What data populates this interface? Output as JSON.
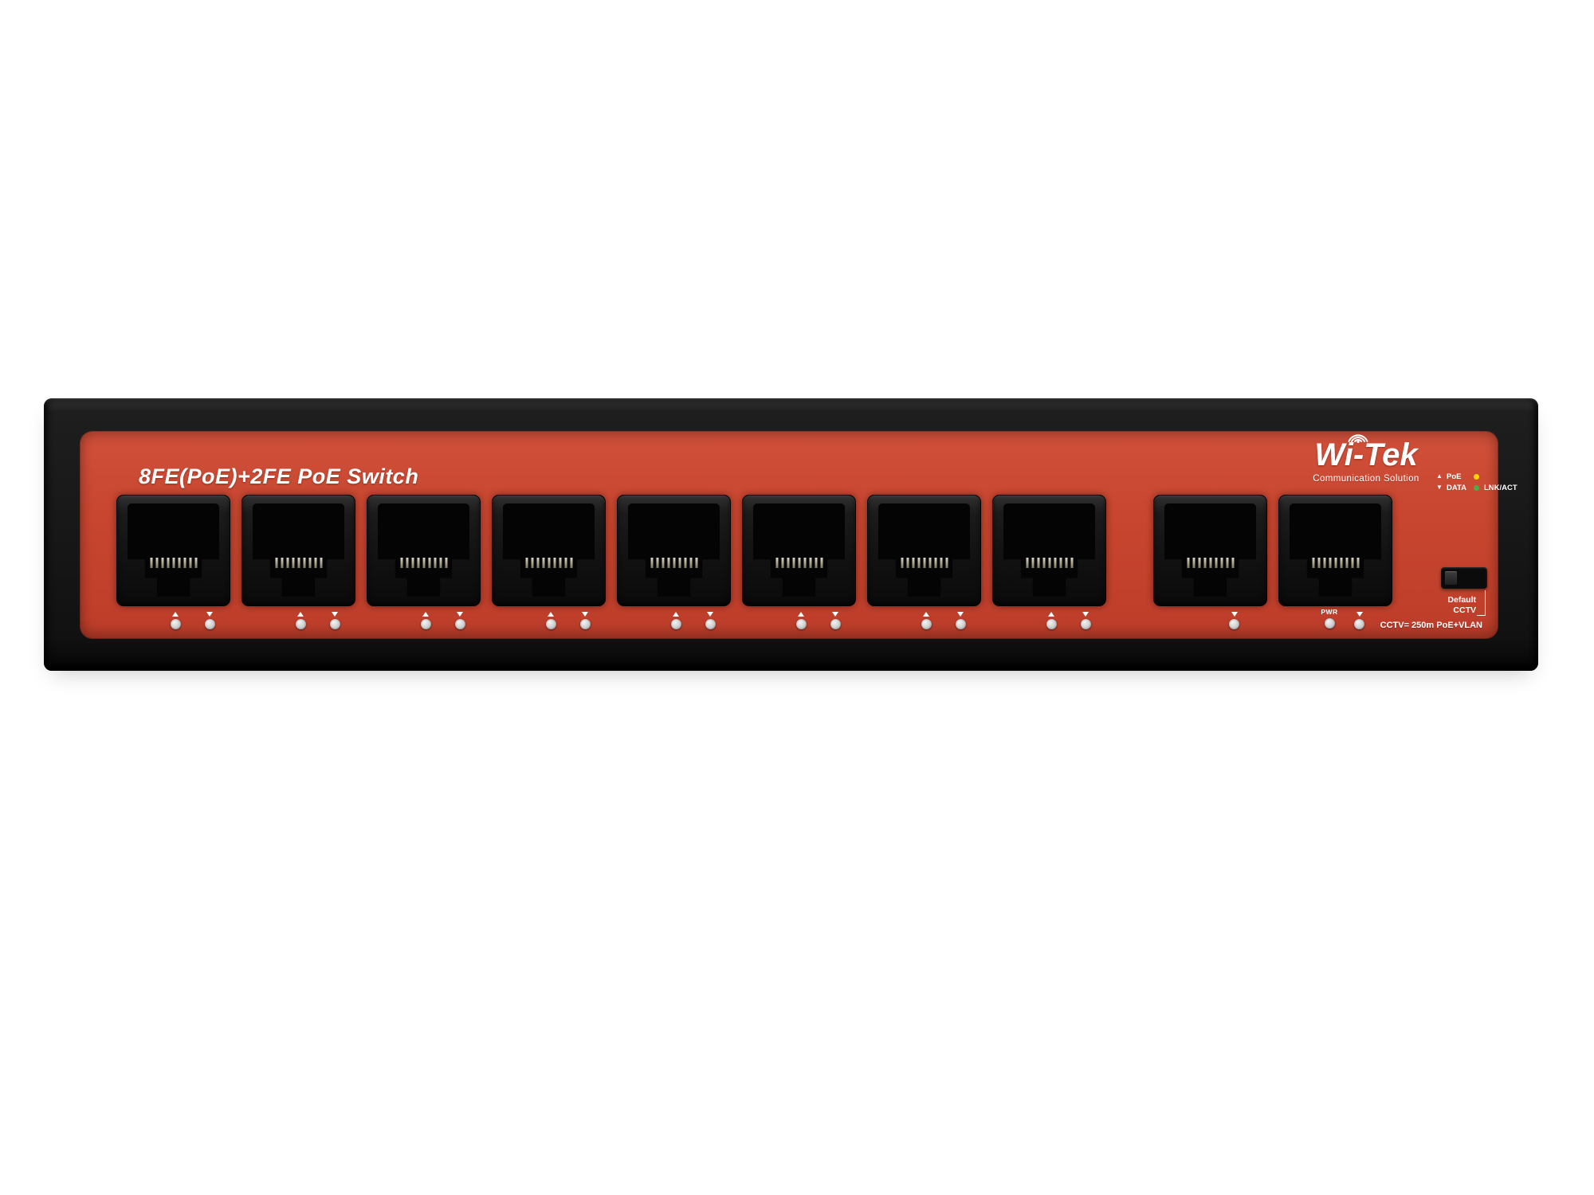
{
  "device": {
    "title": "8FE(PoE)+2FE PoE Switch",
    "brand": {
      "name": "Wi-Tek",
      "tagline": "Communication Solution"
    },
    "legend": {
      "rows": [
        {
          "symbol": "▲",
          "label": "PoE",
          "dot_color": "#ffd400",
          "extra": ""
        },
        {
          "symbol": "▼",
          "label": "DATA",
          "dot_color": "#45b04a",
          "extra": "LNK/ACT"
        }
      ]
    },
    "ports": {
      "poe_count": 8,
      "uplink_count": 2,
      "pins_per_port": 9
    },
    "pwr_label": "PWR",
    "mode_note": "CCTV= 250m PoE+VLAN",
    "dip_switch": {
      "labels": [
        "Default",
        "CCTV"
      ]
    }
  },
  "colors": {
    "panel_red": "#c8462f",
    "body_black": "#181818",
    "led_yellow": "#ffd400",
    "led_green": "#45b04a",
    "led_off_gray": "#cfcfcf",
    "text_white": "#ffffff"
  }
}
